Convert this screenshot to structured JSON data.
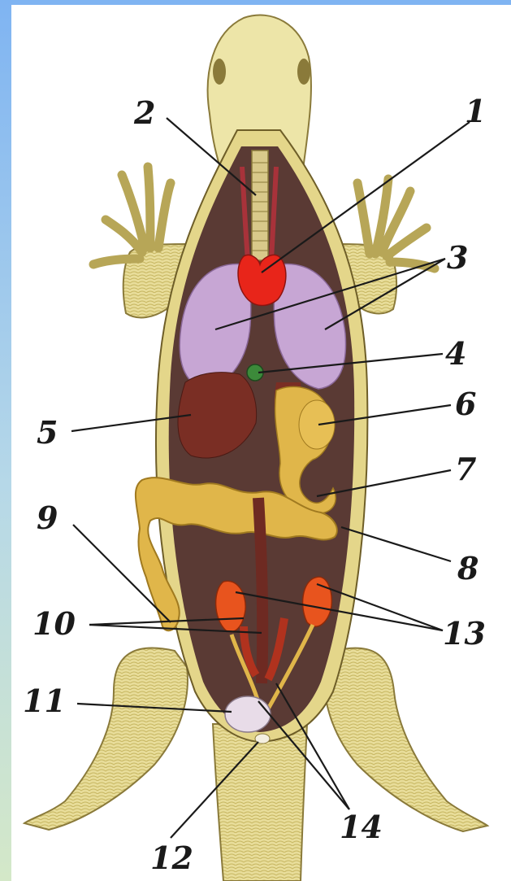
{
  "labels": [
    "1",
    "2",
    "3",
    "4",
    "5",
    "6",
    "7",
    "8",
    "9",
    "10",
    "11",
    "12",
    "13",
    "14"
  ],
  "colors": {
    "background_gradient_top": "#7fb4f2",
    "background_gradient_bottom": "#cfe6c0",
    "skin": "#ece3a6",
    "skin_shadow": "#cdbf6e",
    "body_cavity": "#5a3a34",
    "heart": "#e8251a",
    "lungs": "#c7a6d4",
    "liver": "#7a2e24",
    "intestine": "#e0b64a",
    "kidneys": "#e8541e",
    "bladder": "#e8dce8",
    "gall_bladder": "#3c8a3a",
    "leader_lines": "#1a1a1a"
  }
}
